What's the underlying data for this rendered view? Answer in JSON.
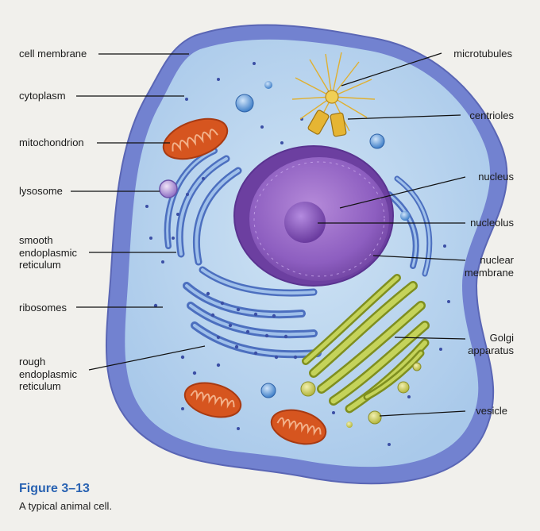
{
  "labels": {
    "cell_membrane": "cell membrane",
    "cytoplasm": "cytoplasm",
    "mitochondrion": "mitochondrion",
    "lysosome": "lysosome",
    "smooth_er": "smooth\nendoplasmic\nreticulum",
    "ribosomes": "ribosomes",
    "rough_er": "rough\nendoplasmic\nreticulum",
    "microtubules": "microtubules",
    "centrioles": "centrioles",
    "nucleus": "nucleus",
    "nucleolus": "nucleolus",
    "nuclear_membrane": "nuclear\nmembrane",
    "golgi": "Golgi\napparatus",
    "vesicle": "vesicle"
  },
  "figure": {
    "title": "Figure 3–13",
    "caption": "A typical animal cell."
  },
  "colors": {
    "membrane": "#6f7fcf",
    "cytoplasm": "#b9d7ef",
    "nucleus": "#8a5ab8",
    "nucleolus": "#7a45a8",
    "er": "#5b7fcb",
    "mitochondria": "#d9541f",
    "golgi": "#a9bb3b",
    "centrioles": "#e0a820",
    "figure_title": "#2a63b2"
  }
}
